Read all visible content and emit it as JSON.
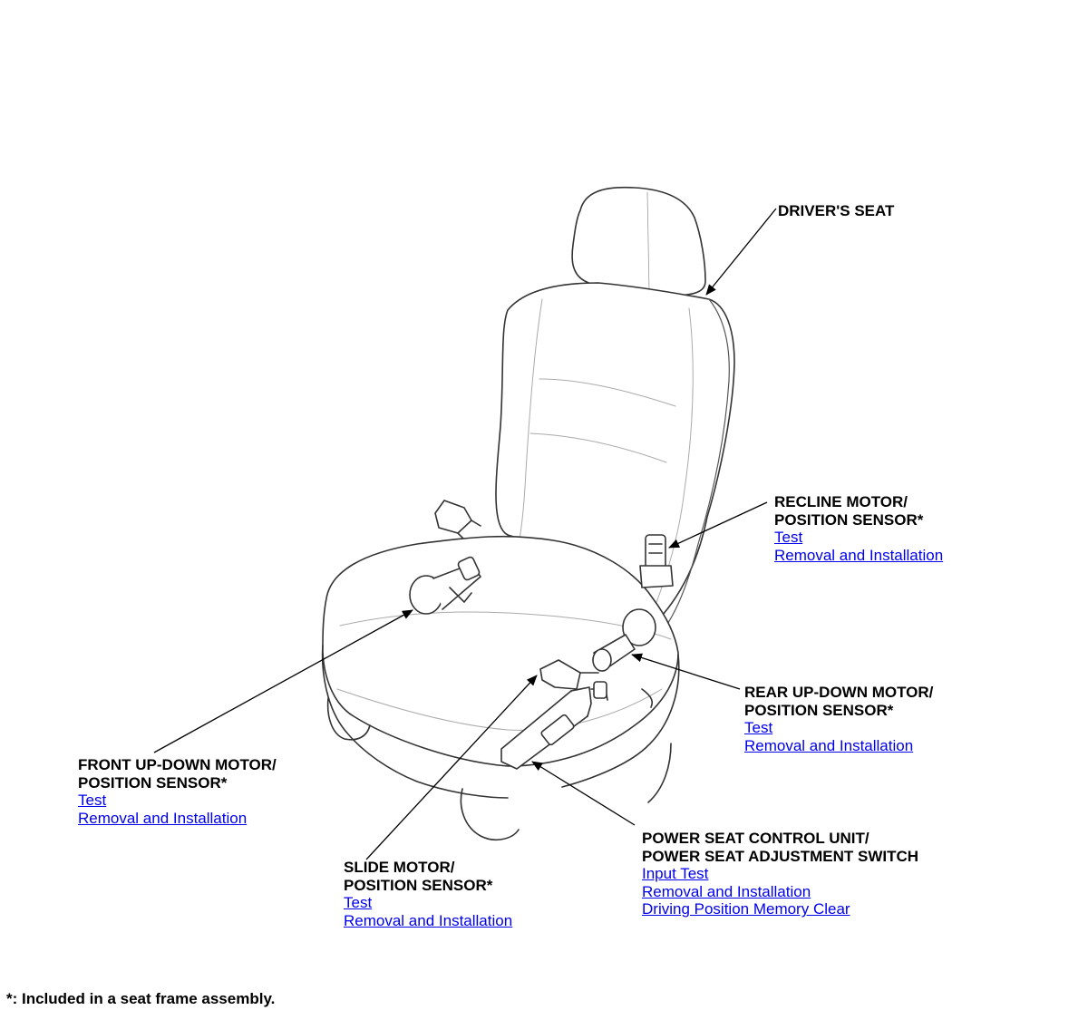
{
  "callouts": {
    "drivers_seat": {
      "title": "DRIVER'S SEAT"
    },
    "recline": {
      "title_line1": "RECLINE MOTOR/",
      "title_line2": "POSITION SENSOR*",
      "links": [
        "Test",
        "Removal and Installation"
      ]
    },
    "rear_up_down": {
      "title_line1": "REAR UP-DOWN MOTOR/",
      "title_line2": "POSITION SENSOR*",
      "links": [
        "Test",
        "Removal and Installation"
      ]
    },
    "front_up_down": {
      "title_line1": "FRONT UP-DOWN MOTOR/",
      "title_line2": "POSITION SENSOR*",
      "links": [
        "Test",
        "Removal and Installation"
      ]
    },
    "slide": {
      "title_line1": "SLIDE MOTOR/",
      "title_line2": "POSITION SENSOR*",
      "links": [
        "Test",
        "Removal and Installation"
      ]
    },
    "control_unit": {
      "title_line1": "POWER SEAT CONTROL UNIT/",
      "title_line2": "POWER SEAT ADJUSTMENT SWITCH",
      "links": [
        "Input Test",
        "Removal and Installation",
        "Driving Position Memory Clear"
      ]
    }
  },
  "footnote": "*: Included in a seat frame assembly.",
  "colors": {
    "link": "#0000ee",
    "line": "#000000",
    "text": "#000000"
  }
}
